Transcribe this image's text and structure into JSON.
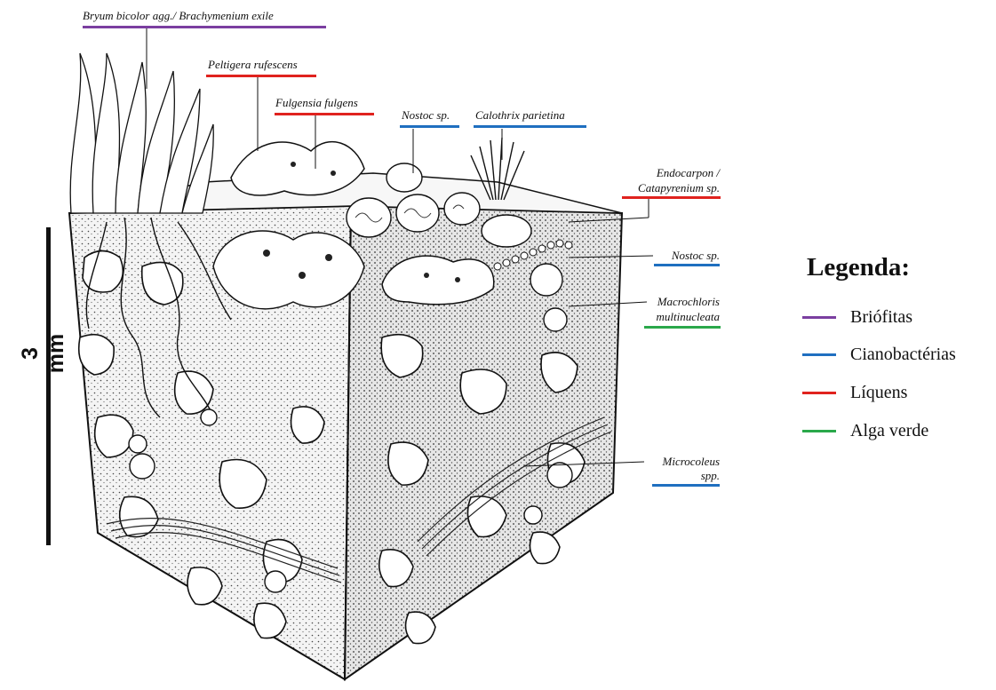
{
  "colors": {
    "briofitas": "#7b3fa0",
    "cianobacterias": "#1f6fc0",
    "liquens": "#e0221e",
    "alga_verde": "#2aa84a"
  },
  "labels": {
    "bryum": "Bryum bicolor agg./ Brachymenium exile",
    "peltigera": "Peltigera rufescens",
    "fulgensia": "Fulgensia fulgens",
    "nostoc_top": "Nostoc sp.",
    "calothrix": "Calothrix parietina",
    "endocarpon_1": "Endocarpon /",
    "endocarpon_2": "Catapyrenium sp.",
    "nostoc_right": "Nostoc sp.",
    "macrochloris_1": "Macrochloris",
    "macrochloris_2": "multinucleata",
    "microcoleus_1": "Microcoleus",
    "microcoleus_2": "spp."
  },
  "scale": {
    "label": "3 mm"
  },
  "legend": {
    "title": "Legenda:",
    "items": [
      {
        "label": "Briófitas",
        "color": "#7b3fa0"
      },
      {
        "label": "Cianobactérias",
        "color": "#1f6fc0"
      },
      {
        "label": "Líquens",
        "color": "#e0221e"
      },
      {
        "label": "Alga verde",
        "color": "#2aa84a"
      }
    ]
  }
}
